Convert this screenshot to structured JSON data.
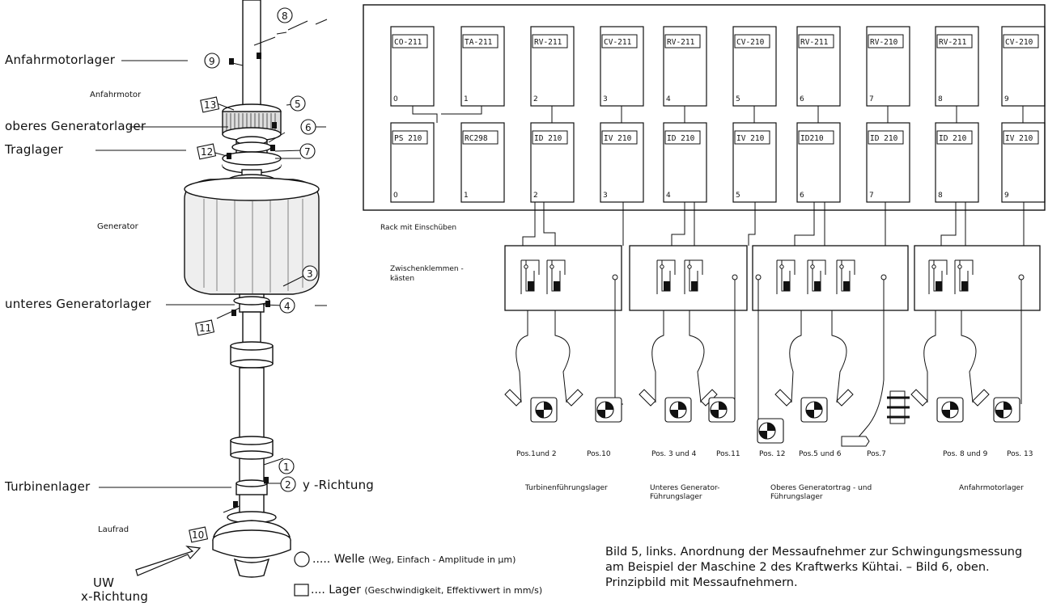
{
  "left": {
    "labels": {
      "anfahrmotorlager": "Anfahrmotorlager",
      "anfahrmotor": "Anfahrmotor",
      "oberes_generatorlager": "oberes Generatorlager",
      "traglager": "Traglager",
      "generator": "Generator",
      "unteres_generatorlager": "unteres Generatorlager",
      "turbinenlager": "Turbinenlager",
      "laufrad": "Laufrad",
      "y_richtung": "y -Richtung",
      "uw": "UW",
      "x_richtung": "x-Richtung"
    },
    "markers": [
      "1",
      "2",
      "3",
      "4",
      "5",
      "6",
      "7",
      "8",
      "9",
      "10",
      "11",
      "12",
      "13"
    ]
  },
  "legend": {
    "welle": "..... Welle",
    "welle_detail": "(Weg, Einfach - Amplitude in μm)",
    "lager": ".... Lager",
    "lager_detail": "(Geschwindigkeit, Effektivwert in mm/s)"
  },
  "rack": {
    "title": "Rack mit Einschüben",
    "top_row": [
      "CO-211",
      "TA-211",
      "RV-211",
      "CV-211",
      "RV-211",
      "CV-210",
      "RV-211",
      "RV-210",
      "RV-211",
      "CV-210"
    ],
    "bottom_row": [
      "PS 210",
      "RC298",
      "ID 210",
      "IV 210",
      "ID 210",
      "IV 210",
      "ID210",
      "ID 210",
      "ID 210",
      "IV 210"
    ],
    "slots": [
      "0",
      "1",
      "2",
      "3",
      "4",
      "5",
      "6",
      "7",
      "8",
      "9"
    ]
  },
  "zwischen": "Zwischenklemmen -",
  "zwischen2": "kästen",
  "positions": [
    "Pos.1und 2",
    "Pos.10",
    "Pos. 3 und 4",
    "Pos.11",
    "Pos. 12",
    "Pos.5 und 6",
    "Pos.7",
    "Pos. 8 und 9",
    "Pos. 13"
  ],
  "groups": {
    "g1": "Turbinenführungslager",
    "g2a": "Unteres Generator-",
    "g2b": "Führungslager",
    "g3a": "Oberes Generatortrag - und",
    "g3b": "Führungslager",
    "g4": "Anfahrmotorlager"
  },
  "caption": "Bild 5, links. Anordnung der Messaufnehmer zur Schwingungsmessung am Beispiel der Maschine 2 des Kraftwerks Kühtai. – Bild 6, oben. Prinzipbild mit Messaufnehmern."
}
